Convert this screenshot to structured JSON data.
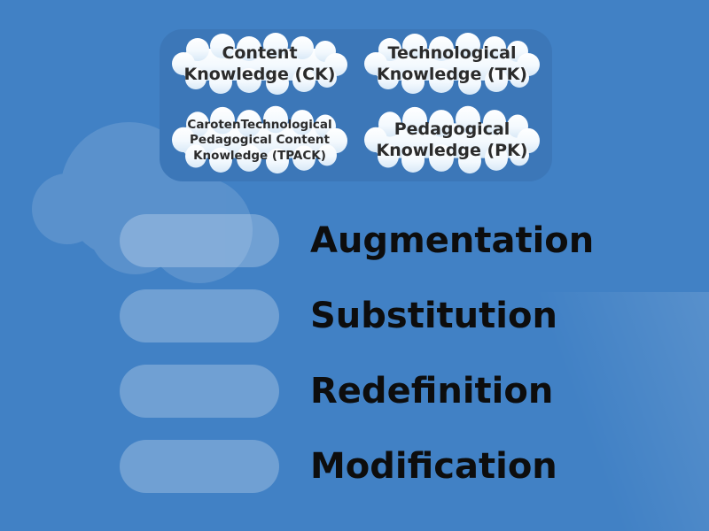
{
  "colors": {
    "background": "#4181c5",
    "panel": "#3c77b8",
    "slot": "rgba(255,255,255,0.25)",
    "tile_fill_top": "#ffffff",
    "tile_fill_bottom": "#dcebf8",
    "tile_text": "#2b2b2b",
    "label_text": "#0d0d0d"
  },
  "word_bank": {
    "tiles": [
      {
        "label": "Content Knowledge (CK)"
      },
      {
        "label": "Technological Knowledge (TK)"
      },
      {
        "label": "CarotenTechnological Pedagogical Content Knowledge (TPACK)"
      },
      {
        "label": "Pedagogical Knowledge (PK)"
      }
    ]
  },
  "rows": [
    {
      "label": "Augmentation"
    },
    {
      "label": "Substitution"
    },
    {
      "label": "Redefinition"
    },
    {
      "label": "Modification"
    }
  ]
}
